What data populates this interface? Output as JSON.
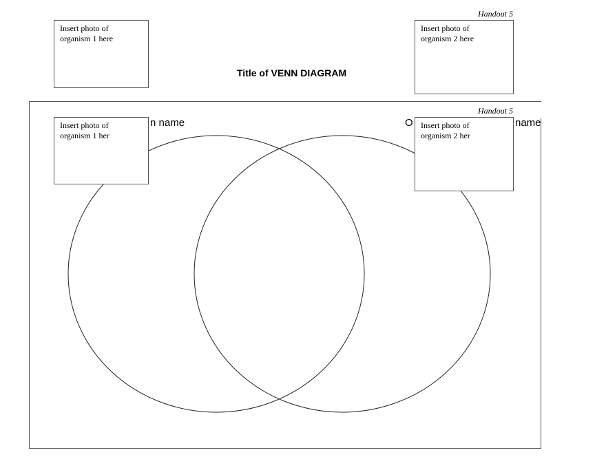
{
  "handout_labels": {
    "top": "Handout 5",
    "middle": "Handout 5"
  },
  "top_photos": {
    "left": {
      "line1": "Insert photo of",
      "line2": "organism 1 here"
    },
    "right": {
      "line1": "Insert photo of",
      "line2": "organism 2 here"
    }
  },
  "title": "Title of VENN DIAGRAM",
  "organism_labels": {
    "left_fragment": "n name",
    "right_prefix": "O",
    "right_fragment": "name"
  },
  "overlay_photos": {
    "left": {
      "line1": "Insert photo of",
      "line2": "organism 1 her"
    },
    "right": {
      "line1": "Insert photo of",
      "line2": "organism 2 her"
    }
  }
}
